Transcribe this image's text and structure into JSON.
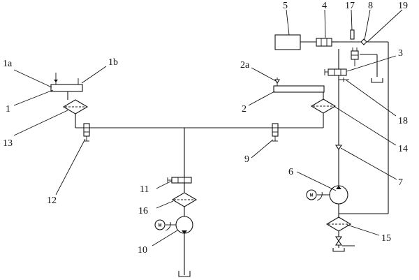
{
  "labels": {
    "l1": "1",
    "l1a": "1a",
    "l1b": "1b",
    "l2": "2",
    "l2a": "2a",
    "l3": "3",
    "l4": "4",
    "l5": "5",
    "l6": "6",
    "l7": "7",
    "l8": "8",
    "l9": "9",
    "l10": "10",
    "l11": "11",
    "l12": "12",
    "l13": "13",
    "l14": "14",
    "l15": "15",
    "l16": "16",
    "l17": "17",
    "l18": "18",
    "l19": "19"
  },
  "motor_symbol": "M"
}
